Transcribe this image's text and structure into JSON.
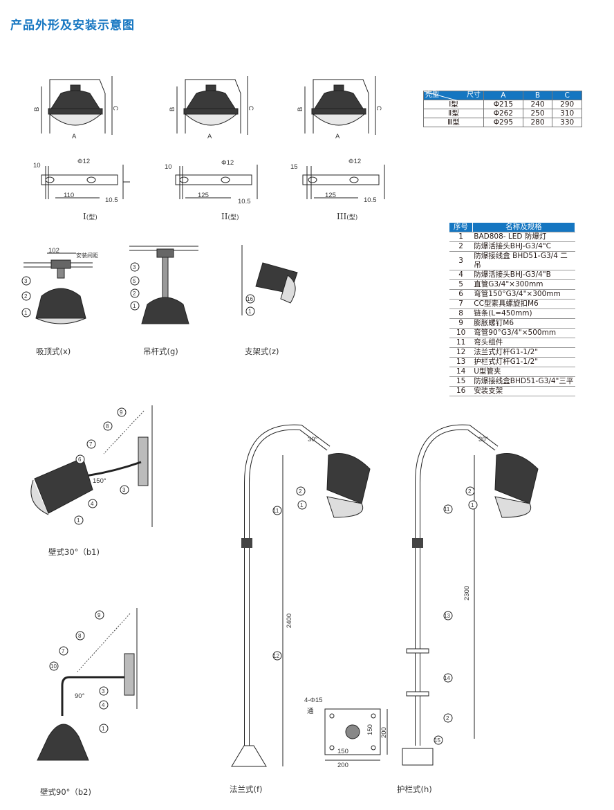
{
  "page_title": "产品外形及安装示意图",
  "size_table": {
    "corner_top": "尺寸",
    "corner_bottom": "壳型",
    "columns": [
      "A",
      "B",
      "C"
    ],
    "rows": [
      {
        "type": "Ⅰ型",
        "A": "Φ215",
        "B": "240",
        "C": "290"
      },
      {
        "type": "Ⅱ型",
        "A": "Φ262",
        "B": "250",
        "C": "310"
      },
      {
        "type": "Ⅲ型",
        "A": "Φ295",
        "B": "280",
        "C": "330"
      }
    ]
  },
  "parts_table": {
    "col_no": "序号",
    "col_name": "名称及规格",
    "rows": [
      {
        "no": "1",
        "name": "BAD808- LED 防爆灯"
      },
      {
        "no": "2",
        "name": "防爆活接头BHJ-G3/4\"C"
      },
      {
        "no": "3",
        "name": "防爆接线盒 BHD51-G3/4 二吊"
      },
      {
        "no": "4",
        "name": "防爆活接头BHJ-G3/4\"B"
      },
      {
        "no": "5",
        "name": "直管G3/4\"×300mm"
      },
      {
        "no": "6",
        "name": "弯管150°G3/4\"×300mm"
      },
      {
        "no": "7",
        "name": "CC型索具螺旋扣M6"
      },
      {
        "no": "8",
        "name": "链条(L=450mm)"
      },
      {
        "no": "9",
        "name": "膨胀螺钉M6"
      },
      {
        "no": "10",
        "name": "弯管90°G3/4\"×500mm"
      },
      {
        "no": "11",
        "name": "弯头组件"
      },
      {
        "no": "12",
        "name": "法兰式灯杆G1-1/2\""
      },
      {
        "no": "13",
        "name": "护栏式灯杆G1-1/2\""
      },
      {
        "no": "14",
        "name": "U型管夹"
      },
      {
        "no": "15",
        "name": "防爆接线盒BHD51-G3/4\"三平"
      },
      {
        "no": "16",
        "name": "安装支架"
      }
    ]
  },
  "shell_types": [
    {
      "roman": "I",
      "suffix": "(型)",
      "dim_edge": "10",
      "dim_hole": "Φ12",
      "dim_span": "110",
      "dim_thick": "10.5"
    },
    {
      "roman": "II",
      "suffix": "(型)",
      "dim_edge": "10",
      "dim_hole": "Φ12",
      "dim_span": "125",
      "dim_thick": "10.5"
    },
    {
      "roman": "III",
      "suffix": "(型)",
      "dim_edge": "15",
      "dim_hole": "Φ12",
      "dim_span": "125",
      "dim_thick": "10.5"
    }
  ],
  "dim_letters": {
    "a": "A",
    "b": "B",
    "c": "C"
  },
  "mount_labels": {
    "ceiling": "吸顶式(x)",
    "pendant": "吊杆式(g)",
    "bracket": "支架式(z)",
    "wall30": "壁式30°（b1)",
    "wall90": "壁式90°（b2)",
    "flange": "法兰式(f)",
    "rail": "护栏式(h)"
  },
  "annotations": {
    "ceiling_span": "102",
    "ceiling_note": "安装间距",
    "angle_150": "150°",
    "angle_90": "90°",
    "angle_30": "30°",
    "height_2400": "2400",
    "height_2300": "2300",
    "flange_holes": "4-Φ15",
    "flange_holes_note": "通",
    "flange_150": "150",
    "flange_200": "200",
    "flange_side_150": "150",
    "flange_side_200": "200"
  }
}
